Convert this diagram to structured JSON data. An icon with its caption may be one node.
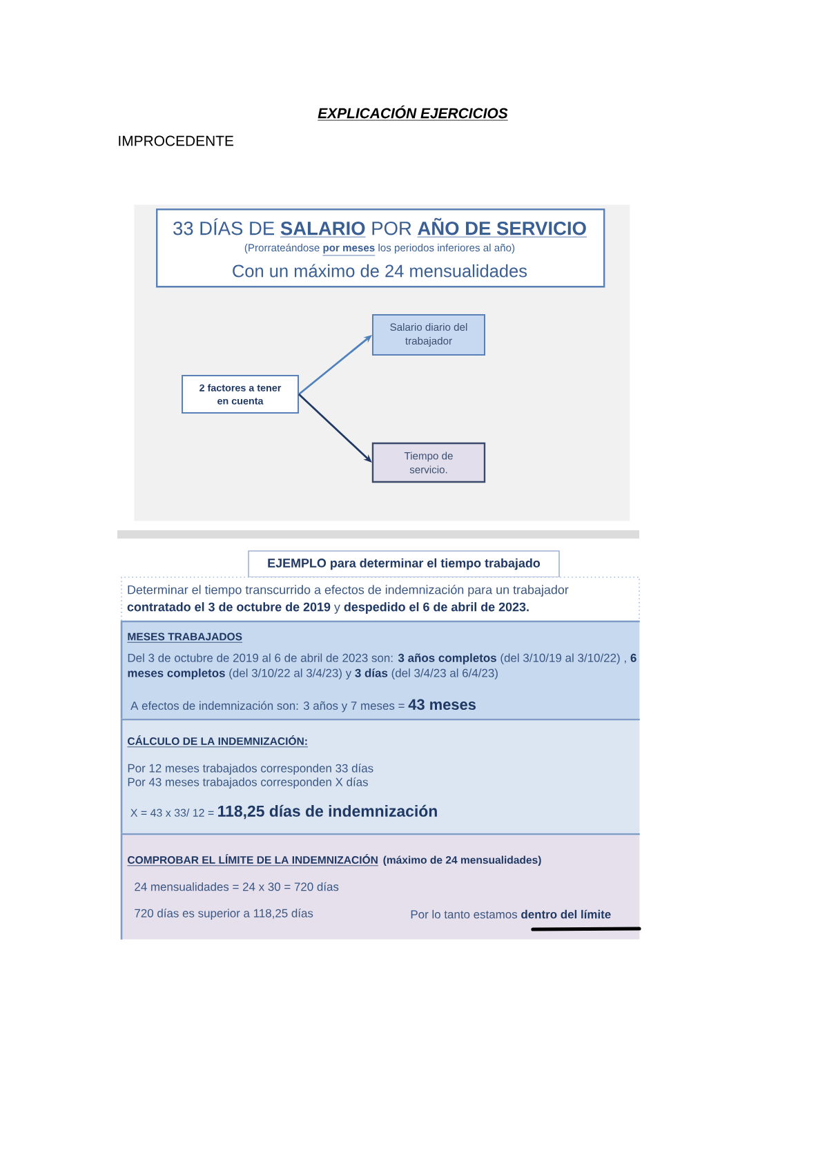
{
  "diagram": {
    "title": "EXPLICACIÓN EJERCICIOS",
    "nodes": [
      {
        "text": [],
        "shape": "box"
      },
      {
        "text": [
          "33 DÍAS DE **SALARIO** POR **AÑO DE SERVICIO**",
          "(Prorrateándose **por meses** los periodos inferiores al año)",
          "Con un máximo de 24 mensualidades"
        ],
        "in": 0
      },
      {
        "text": [
          "2 factores a tener en cuenta"
        ],
        "in": 0
      },
      {
        "text": [
          "Salario diario del trabajador"
        ],
        "in": 0
      },
      {
        "text": [
          "Tiempo de servicio."
        ],
        "in": 0
      },
      {
        "text": [
          "EJEMPLO para determinar el tiempo trabajado"
        ]
      },
      {
        "text": [
          "Determinar el tiempo transcurrido a efectos de indemnización para un trabajador **contratado el 3 de octubre de 2019** y **despedido el 6 de abril de 2023.**"
        ]
      },
      {
        "text": [
          "MESES TRABAJADOS",
          "Del 3 de octubre de 2019 al 6 de abril de 2023 son: **3 años completos** (del 3/10/19 al 3/10/22) , **6 meses completos** (del 3/10/22 al 3/4/23) y **3 días** (del 3/4/23 al 6/4/23)",
          "A efectos de indemnización son: 3 años y 7 meses = **43 meses**"
        ]
      },
      {
        "text": [
          "CÁLCULO DE LA INDEMNIZACIÓN:",
          "Por 12 meses trabajados corresponden 33 días",
          "Por 43 meses trabajados corresponden X días",
          "X = 43 x 33/ 12 = **118,25 días de indemnización**"
        ]
      },
      {
        "text": [
          "COMPROBAR EL LÍMITE DE LA INDEMNIZACIÓN",
          "(máximo de 24 mensualidades)",
          "24 mensualidades = 24 x 30 = 720 días",
          "720 días es superior a 118,25 días",
          "Por lo tanto estamos **dentro del límite**"
        ]
      }
    ],
    "edges": [
      {
        "from": 2,
        "to": 3,
        "arrow": "to",
        "color": "#4f81bd"
      },
      {
        "from": 2,
        "to": 4,
        "arrow": "to",
        "color": "#1f3864"
      }
    ],
    "labels": [
      "IMPROCEDENTE"
    ]
  }
}
